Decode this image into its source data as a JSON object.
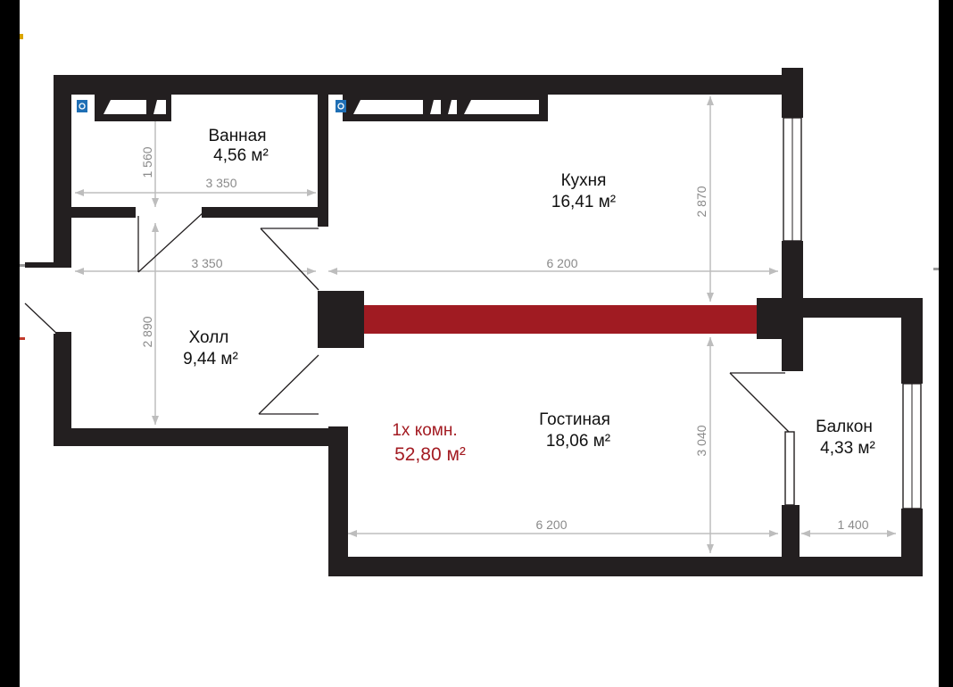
{
  "rooms": {
    "bathroom": {
      "name": "Ванная",
      "area": "4,56 м²"
    },
    "kitchen": {
      "name": "Кухня",
      "area": "16,41 м²"
    },
    "hall": {
      "name": "Холл",
      "area": "9,44 м²"
    },
    "living": {
      "name": "Гостиная",
      "area": "18,06 м²"
    },
    "balcony": {
      "name": "Балкон",
      "area": "4,33 м²"
    }
  },
  "total": {
    "label": "1х комн.",
    "area": "52,80 м²"
  },
  "dimensions": {
    "bath_height": "1 560",
    "bath_width": "3 350",
    "hall_width": "3 350",
    "kitchen_width": "6 200",
    "kitchen_height": "2 870",
    "hall_height": "2 890",
    "living_height": "3 040",
    "living_width": "6 200",
    "balcony_width": "1 400"
  },
  "colors": {
    "wall": "#231f20",
    "dimension": "#bdbdbd",
    "beam": "#a01b22",
    "accent_text": "#a31b22",
    "riser": "#1f6fb5"
  },
  "icons": [
    "riser-icon"
  ]
}
